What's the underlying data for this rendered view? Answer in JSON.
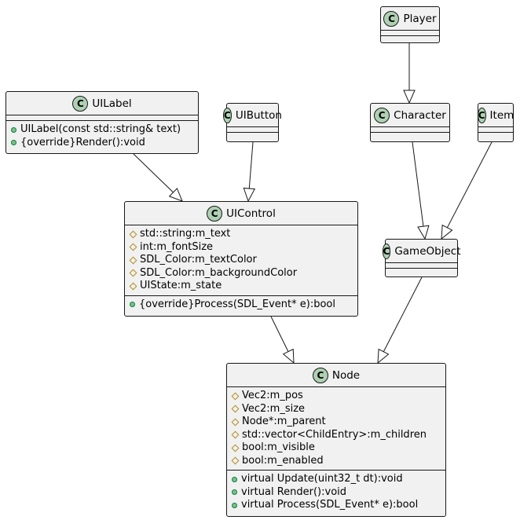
{
  "classes": {
    "player": {
      "name": "Player",
      "attributes": [],
      "methods": []
    },
    "character": {
      "name": "Character",
      "attributes": [],
      "methods": []
    },
    "item": {
      "name": "Item",
      "attributes": [],
      "methods": []
    },
    "uibutton": {
      "name": "UIButton",
      "attributes": [],
      "methods": []
    },
    "uilabel": {
      "name": "UILabel",
      "attributes": [],
      "methods": [
        "UILabel(const std::string& text)",
        "{override}Render():void"
      ]
    },
    "uicontrol": {
      "name": "UIControl",
      "attributes": [
        "std::string:m_text",
        "int:m_fontSize",
        "SDL_Color:m_textColor",
        "SDL_Color:m_backgroundColor",
        "UIState:m_state"
      ],
      "methods": [
        "{override}Process(SDL_Event* e):bool"
      ]
    },
    "gameobject": {
      "name": "GameObject",
      "attributes": [],
      "methods": []
    },
    "node": {
      "name": "Node",
      "attributes": [
        "Vec2:m_pos",
        "Vec2:m_size",
        "Node*:m_parent",
        "std::vector<ChildEntry>:m_children",
        "bool:m_visible",
        "bool:m_enabled"
      ],
      "methods": [
        "virtual Update(uint32_t dt):void",
        "virtual Render():void",
        "virtual Process(SDL_Event* e):bool"
      ]
    }
  },
  "icon_letter": "C",
  "relations": [
    {
      "from": "player",
      "to": "character",
      "type": "extends"
    },
    {
      "from": "uilabel",
      "to": "uicontrol",
      "type": "extends"
    },
    {
      "from": "uibutton",
      "to": "uicontrol",
      "type": "extends"
    },
    {
      "from": "character",
      "to": "gameobject",
      "type": "extends"
    },
    {
      "from": "item",
      "to": "gameobject",
      "type": "extends"
    },
    {
      "from": "uicontrol",
      "to": "node",
      "type": "extends"
    },
    {
      "from": "gameobject",
      "to": "node",
      "type": "extends"
    }
  ]
}
